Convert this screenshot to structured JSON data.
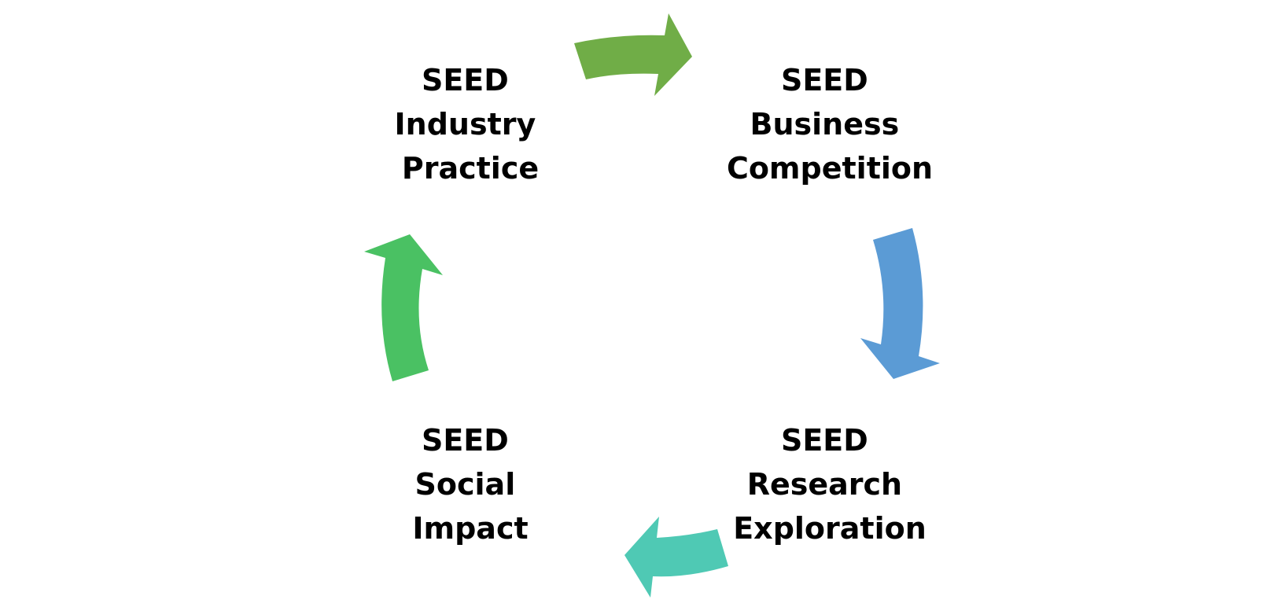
{
  "nodes": [
    {
      "id": "industry",
      "lines": [
        "SEED",
        "Industry",
        "Practice"
      ]
    },
    {
      "id": "business",
      "lines": [
        "SEED",
        "Business",
        "Competition"
      ]
    },
    {
      "id": "research",
      "lines": [
        "SEED",
        "Research",
        "Exploration"
      ]
    },
    {
      "id": "social",
      "lines": [
        "SEED",
        "Social",
        "Impact"
      ]
    }
  ],
  "arrows": [
    {
      "id": "industry-to-business",
      "color": "#70AD47"
    },
    {
      "id": "business-to-research",
      "color": "#5B9BD5"
    },
    {
      "id": "research-to-social",
      "color": "#4FC9B4"
    },
    {
      "id": "social-to-industry",
      "color": "#4AC163"
    }
  ]
}
